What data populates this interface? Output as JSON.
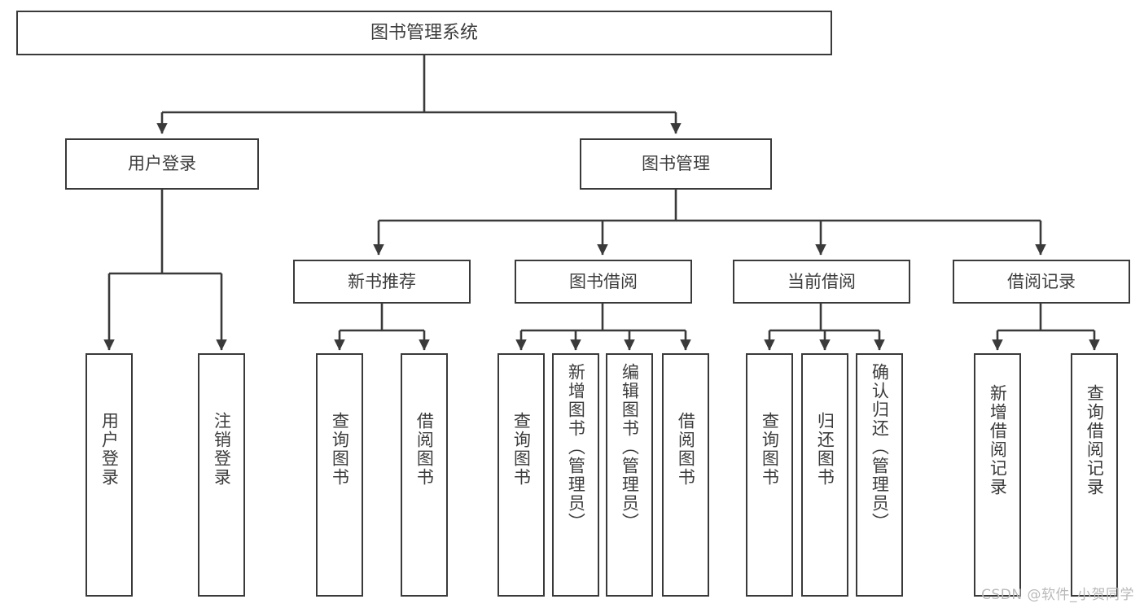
{
  "diagram": {
    "title": "图书管理系统",
    "type": "tree-hierarchy",
    "colors": {
      "box_border": "#3a3a3a",
      "box_fill": "#ffffff",
      "text": "#3c3c3c",
      "line": "#3a3a3a",
      "watermark": "#b9b9b9",
      "background": "#ffffff"
    },
    "watermark": "CSDN @软件_小贺同学",
    "root": {
      "label": "图书管理系统"
    },
    "level2": [
      {
        "id": "user-login",
        "label": "用户登录"
      },
      {
        "id": "book-manage",
        "label": "图书管理"
      }
    ],
    "level3": [
      {
        "id": "new-book-recommend",
        "label": "新书推荐",
        "parent": "book-manage"
      },
      {
        "id": "book-borrow",
        "label": "图书借阅",
        "parent": "book-manage"
      },
      {
        "id": "current-borrow",
        "label": "当前借阅",
        "parent": "book-manage"
      },
      {
        "id": "borrow-record",
        "label": "借阅记录",
        "parent": "book-manage"
      }
    ],
    "leaves": [
      {
        "id": "leaf-user-login",
        "label": "用户登录",
        "parent": "user-login"
      },
      {
        "id": "leaf-user-logout",
        "label": "注销登录",
        "parent": "user-login"
      },
      {
        "id": "leaf-query-book-1",
        "label": "查询图书",
        "parent": "new-book-recommend"
      },
      {
        "id": "leaf-borrow-book-1",
        "label": "借阅图书",
        "parent": "new-book-recommend"
      },
      {
        "id": "leaf-query-book-2",
        "label": "查询图书",
        "parent": "book-borrow"
      },
      {
        "id": "leaf-add-book",
        "label": "新增图书（管理员）",
        "parent": "book-borrow"
      },
      {
        "id": "leaf-edit-book",
        "label": "编辑图书（管理员）",
        "parent": "book-borrow"
      },
      {
        "id": "leaf-borrow-book-2",
        "label": "借阅图书",
        "parent": "book-borrow"
      },
      {
        "id": "leaf-query-book-3",
        "label": "查询图书",
        "parent": "current-borrow"
      },
      {
        "id": "leaf-return-book",
        "label": "归还图书",
        "parent": "current-borrow"
      },
      {
        "id": "leaf-confirm-return",
        "label": "确认归还（管理员）",
        "parent": "current-borrow"
      },
      {
        "id": "leaf-add-record",
        "label": "新增借阅记录",
        "parent": "borrow-record"
      },
      {
        "id": "leaf-query-record",
        "label": "查询借阅记录",
        "parent": "borrow-record"
      }
    ]
  }
}
